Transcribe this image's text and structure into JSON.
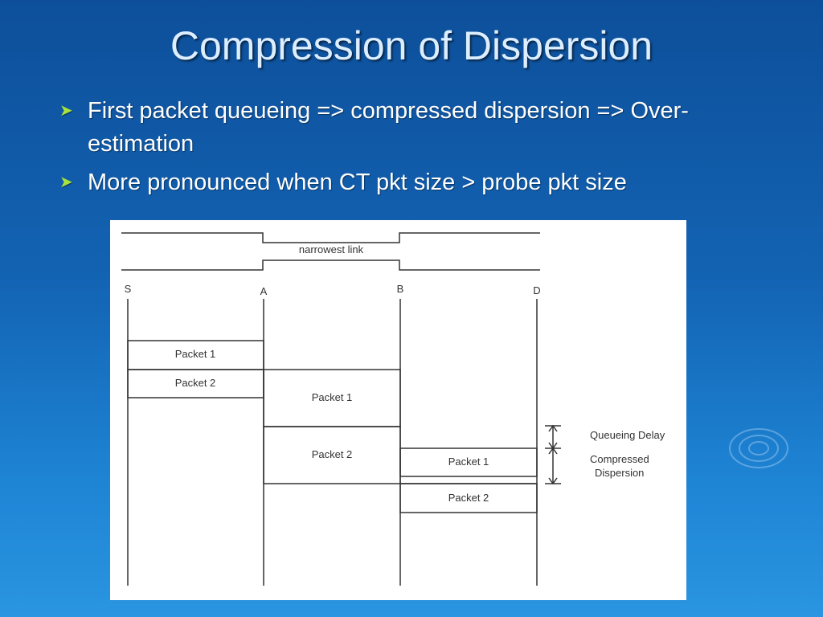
{
  "slide": {
    "title": "Compression of Dispersion",
    "bullets": [
      "First packet queueing => compressed dispersion => Over-estimation",
      "More pronounced when CT pkt size > probe pkt size"
    ],
    "bullet_icon": "arrow-bullet-icon"
  },
  "diagram": {
    "link_label": "narrowest link",
    "nodes": [
      "S",
      "A",
      "B",
      "D"
    ],
    "segments": [
      {
        "from": "S",
        "to": "A",
        "packets": [
          "Packet 1",
          "Packet 2"
        ]
      },
      {
        "from": "A",
        "to": "B",
        "packets": [
          "Packet 1",
          "Packet 2"
        ]
      },
      {
        "from": "B",
        "to": "D",
        "packets": [
          "Packet 1",
          "Packet 2"
        ]
      }
    ],
    "annotations": {
      "queueing_delay": "Queueing Delay",
      "compressed_dispersion_line1": "Compressed",
      "compressed_dispersion_line2": "Dispersion"
    }
  },
  "colors": {
    "background_top": "#0d4f9a",
    "background_bottom": "#2a95e0",
    "title": "#dceeff",
    "bullet_icon": "#a8e23c"
  }
}
